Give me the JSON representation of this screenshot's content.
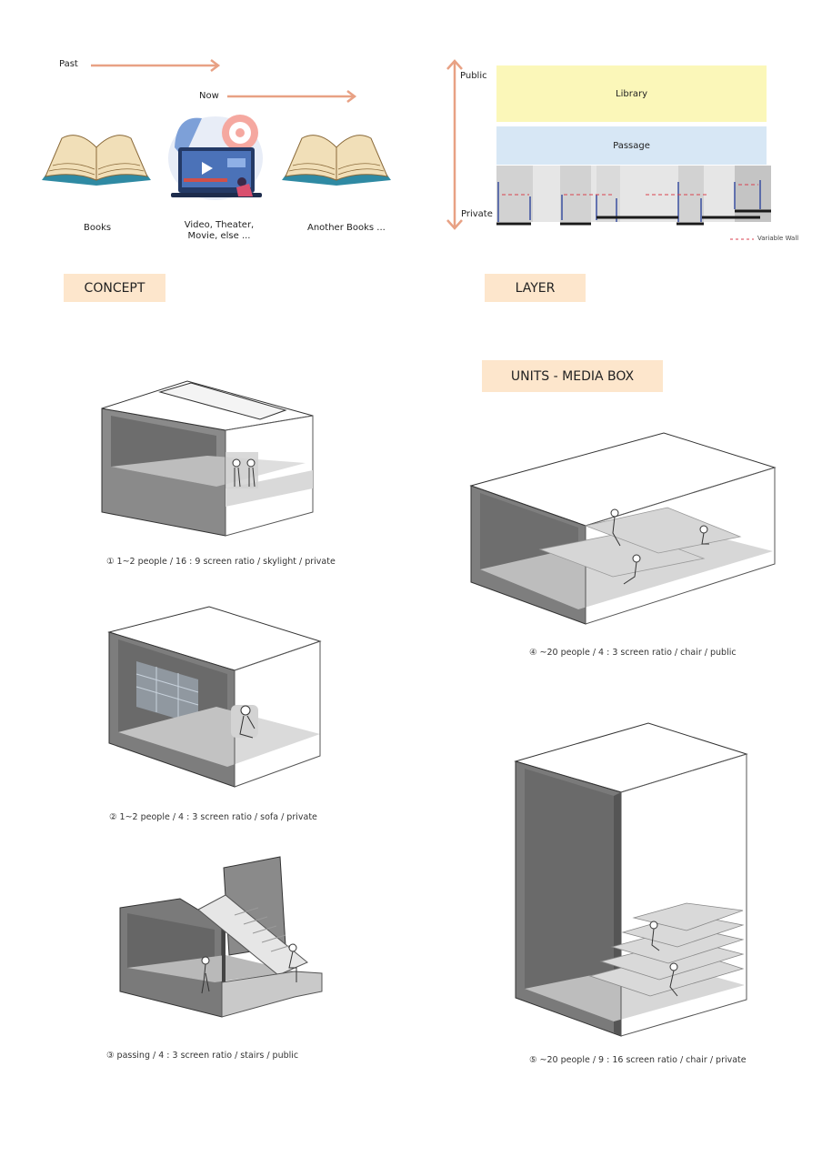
{
  "concept": {
    "past_label": "Past",
    "now_label": "Now",
    "books_label": "Books",
    "media_label_line1": "Video, Theater,",
    "media_label_line2": "Movie, else ...",
    "another_books_label": "Another Books ...",
    "tag": "CONCEPT"
  },
  "layer": {
    "public_label": "Public",
    "private_label": "Private",
    "library_label": "Library",
    "passage_label": "Passage",
    "variable_wall_label": "Variable Wall",
    "tag": "LAYER",
    "colors": {
      "library": "#fbf7b9",
      "passage": "#d7e7f5",
      "variable_wall": "#d9414f",
      "arrow": "#e8a184"
    }
  },
  "units": {
    "tag": "UNITS - MEDIA BOX",
    "captions": {
      "u1": "① 1~2 people / 16 : 9 screen ratio / skylight / private",
      "u2": "② 1~2 people / 4 : 3 screen ratio / sofa / private",
      "u3": "③ passing / 4 : 3 screen ratio / stairs / public",
      "u4": "④ ~20 people / 4 : 3 screen ratio / chair / public",
      "u5": "⑤ ~20 people / 9 : 16 screen ratio / chair / private"
    }
  },
  "colors": {
    "tag_bg": "#fde6cc",
    "timeline_arrow": "#e8a184"
  }
}
